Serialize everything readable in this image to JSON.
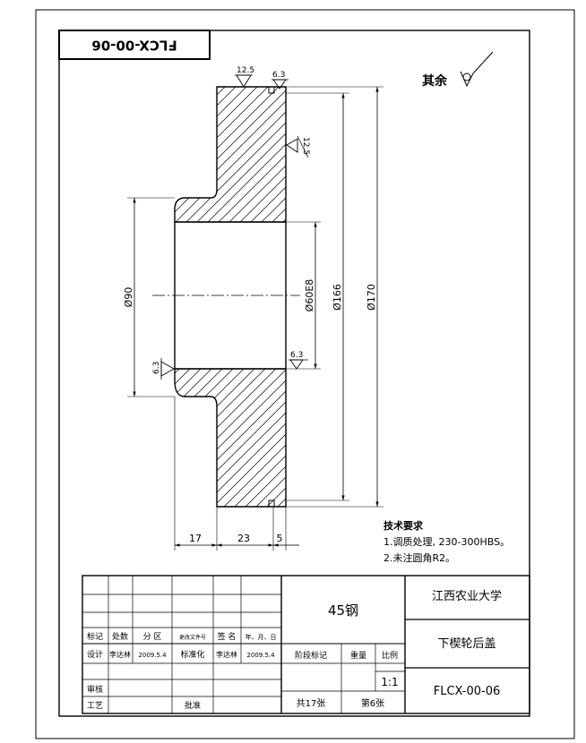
{
  "code_box": {
    "text": "FLCX-00-06"
  },
  "surface_rest": {
    "label": "其余"
  },
  "roughness": {
    "top_left": "12.5",
    "top_right": "6.3",
    "right_face": "12.5",
    "left_bore": "6.3",
    "bore": "6.3"
  },
  "dimensions": {
    "d_left": "Ø90",
    "d_bore": "Ø60E8",
    "d_mid": "Ø166",
    "d_outer": "Ø170",
    "len_a": "17",
    "len_b": "23",
    "len_c": "5"
  },
  "tech": {
    "title": "技术要求",
    "line1": "1.调质处理, 230-300HBS。",
    "line2": "2.未注圆角R2。"
  },
  "title_block": {
    "material": "45钢",
    "university": "江西农业大学",
    "part_name": "下楔轮后盖",
    "drawing_no": "FLCX-00-06",
    "scale_label": "比例",
    "scale": "1:1",
    "stage_label": "阶段标记",
    "weight_label": "重量",
    "total_sheets": "共17张",
    "sheet_no": "第6张",
    "col_mark": "标记",
    "col_count": "处数",
    "col_zone": "分 区",
    "col_docno": "更改文件号",
    "col_sign": "签 名",
    "col_date": "年、月、日",
    "design_label": "设计",
    "designer": "李达林",
    "design_date": "2009.5.4",
    "std_label": "标准化",
    "std_person": "李达林",
    "std_date": "2009.5.4",
    "review_label": "审核",
    "process_label": "工艺",
    "approve_label": "批准"
  }
}
